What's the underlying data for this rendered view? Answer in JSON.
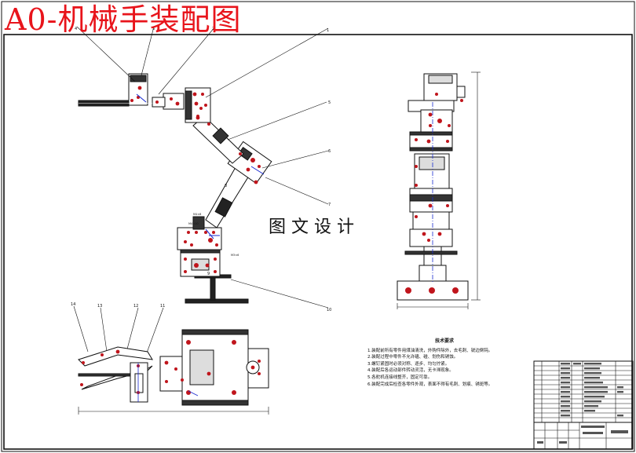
{
  "title": "A0-机械手装配图",
  "watermark": "图文设计",
  "callouts": [
    "1",
    "2",
    "3",
    "4",
    "5",
    "6",
    "7",
    "8",
    "9",
    "10",
    "11",
    "12",
    "13",
    "14"
  ],
  "notes": {
    "heading": "技术要求",
    "items": [
      "1.装配前所有零件用煤油清洗，外购件除外，去毛刺、锐边倒钝。",
      "2.装配过程中零件不允许磕、碰、划伤和锈蚀。",
      "3.螺钉紧固时必须对称、逐步、均匀拧紧。",
      "4.装配后各运动部件转动灵活，无卡滞现象。",
      "5.各舵机连接线整齐，固定可靠。",
      "6.装配完成后检查各零件外观，表面不得有毛刺、划痕、锈斑等。"
    ]
  },
  "colors": {
    "title": "#e8141b",
    "line": "#111111",
    "part": "#c0151c",
    "dim": "#1a2bd0"
  }
}
